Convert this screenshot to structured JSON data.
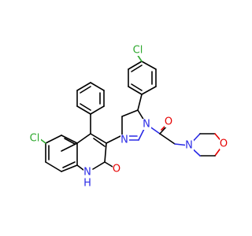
{
  "atom_colors": {
    "carbon": "#000000",
    "nitrogen": "#2a2ae6",
    "oxygen": "#e60000",
    "chlorine": "#2ea82e"
  },
  "labels": {
    "cl_top": "Cl",
    "cl_left": "Cl",
    "n_pyrazoline_1": "N",
    "n_pyrazoline_2": "N",
    "o_carbonyl": "O",
    "n_morpholine": "N",
    "o_morpholine": "O",
    "o_quinolinone": "O",
    "n_quinolinone": "N",
    "h_quinolinone": "H"
  }
}
